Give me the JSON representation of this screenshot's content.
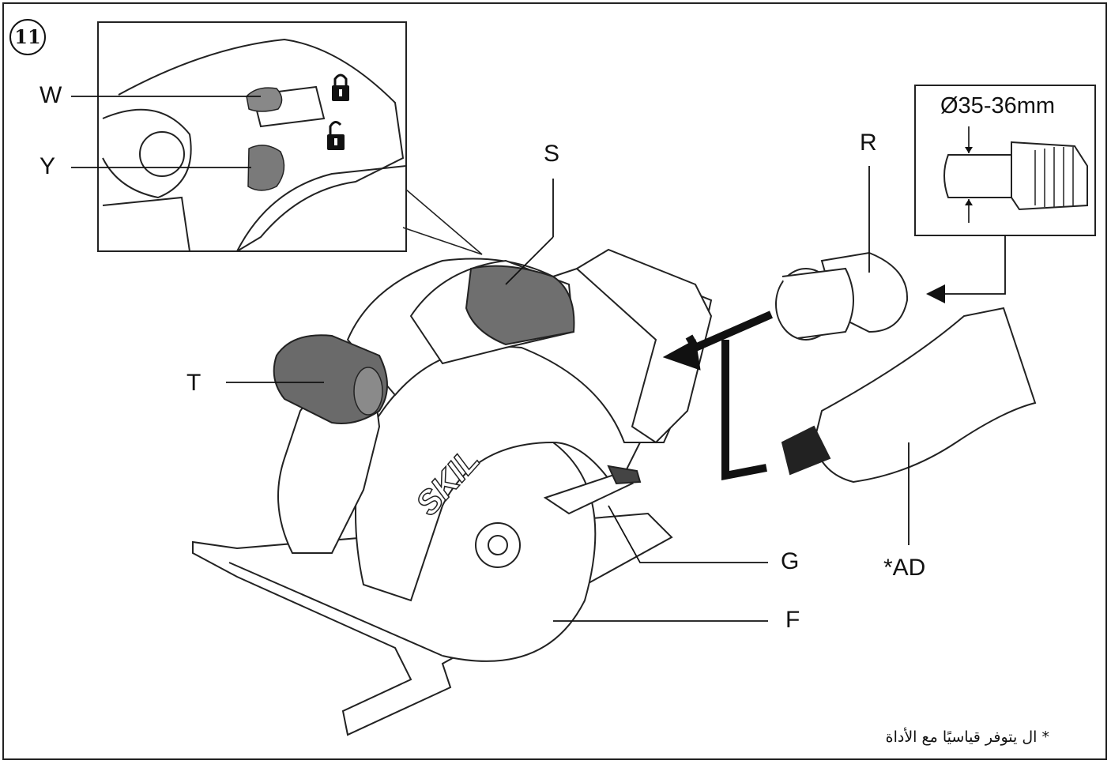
{
  "figure": {
    "number": "11"
  },
  "labels": {
    "W": "W",
    "Y": "Y",
    "S": "S",
    "R": "R",
    "T": "T",
    "G": "G",
    "F": "F",
    "AD": "*AD"
  },
  "inset": {
    "dimension": "Ø35-36mm"
  },
  "brand": "SKIL",
  "footnote": "* ال يتوفر قياسيًا مع الأداة"
}
